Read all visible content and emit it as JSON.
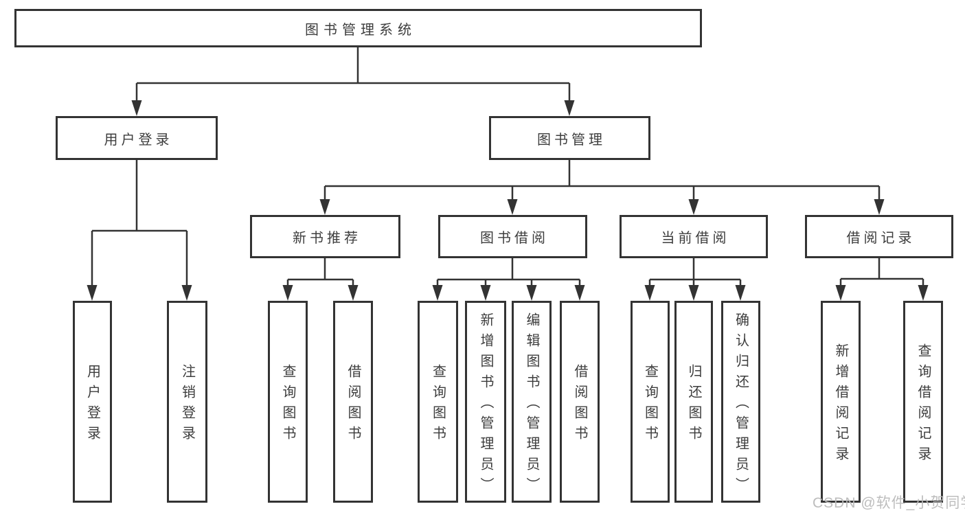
{
  "diagram_title": "图书管理系统",
  "tree": {
    "label": "图书管理系统",
    "children": [
      {
        "label": "用户登录",
        "children": [
          {
            "label": "用户登录"
          },
          {
            "label": "注销登录"
          }
        ]
      },
      {
        "label": "图书管理",
        "children": [
          {
            "label": "新书推荐",
            "children": [
              {
                "label": "查询图书"
              },
              {
                "label": "借阅图书"
              }
            ]
          },
          {
            "label": "图书借阅",
            "children": [
              {
                "label": "查询图书"
              },
              {
                "label": "新增图书（管理员）"
              },
              {
                "label": "编辑图书（管理员）"
              },
              {
                "label": "借阅图书"
              }
            ]
          },
          {
            "label": "当前借阅",
            "children": [
              {
                "label": "查询图书"
              },
              {
                "label": "归还图书"
              },
              {
                "label": "确认归还（管理员）"
              }
            ]
          },
          {
            "label": "借阅记录",
            "children": [
              {
                "label": "新增借阅记录"
              },
              {
                "label": "查询借阅记录"
              }
            ]
          }
        ]
      }
    ]
  },
  "watermark": {
    "text": "CSDN @软件_小贺同学"
  },
  "colors": {
    "line": "#333333",
    "text": "#3d3d3d",
    "watermark": "#b9b9b9",
    "background": "#ffffff"
  }
}
